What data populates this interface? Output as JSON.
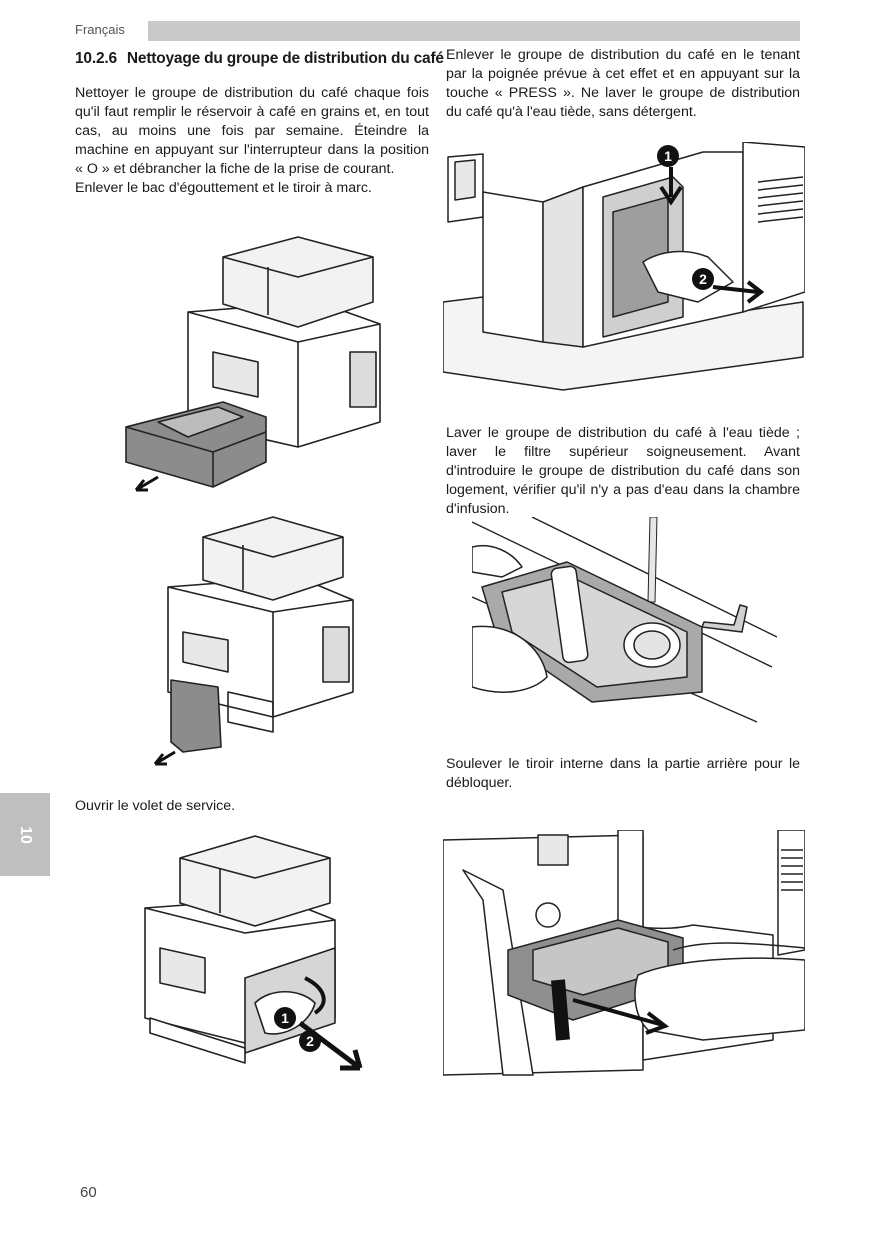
{
  "header": {
    "language": "Français"
  },
  "section": {
    "number": "10.2.6",
    "title": "Nettoyage du groupe de distribution du café"
  },
  "left_column": {
    "para1": "Nettoyer le groupe de distribution du café chaque fois qu'il faut remplir le réservoir à café en grains et, en tout cas, au moins une fois par semaine. Éteindre la machine en appuyant sur l'interrupteur dans la position « O » et débrancher la fiche de la prise de courant.",
    "para1b": "Enlever le bac d'égouttement et le tiroir à marc.",
    "para2": "Ouvrir le volet de service."
  },
  "right_column": {
    "para1": "Enlever le groupe de distribution du café en le tenant par la poignée prévue à cet effet et en appuyant sur la touche « PRESS ». Ne laver le groupe de distribution du café qu'à l'eau tiède, sans détergent.",
    "para2": "Laver le groupe de distribution du café à l'eau tiède ; laver le filtre supérieur soigneusement. Avant d'introduire le groupe de distribution du café dans son logement, vérifier qu'il n'y a pas d'eau dans la chambre d'infusion.",
    "para3": "Soulever le tiroir interne dans la partie arrière pour le débloquer."
  },
  "figures": {
    "step1": "1",
    "step2": "2",
    "step1b": "1",
    "step2b": "2"
  },
  "side_tab": {
    "label": "10"
  },
  "footer": {
    "page_number": "60"
  }
}
